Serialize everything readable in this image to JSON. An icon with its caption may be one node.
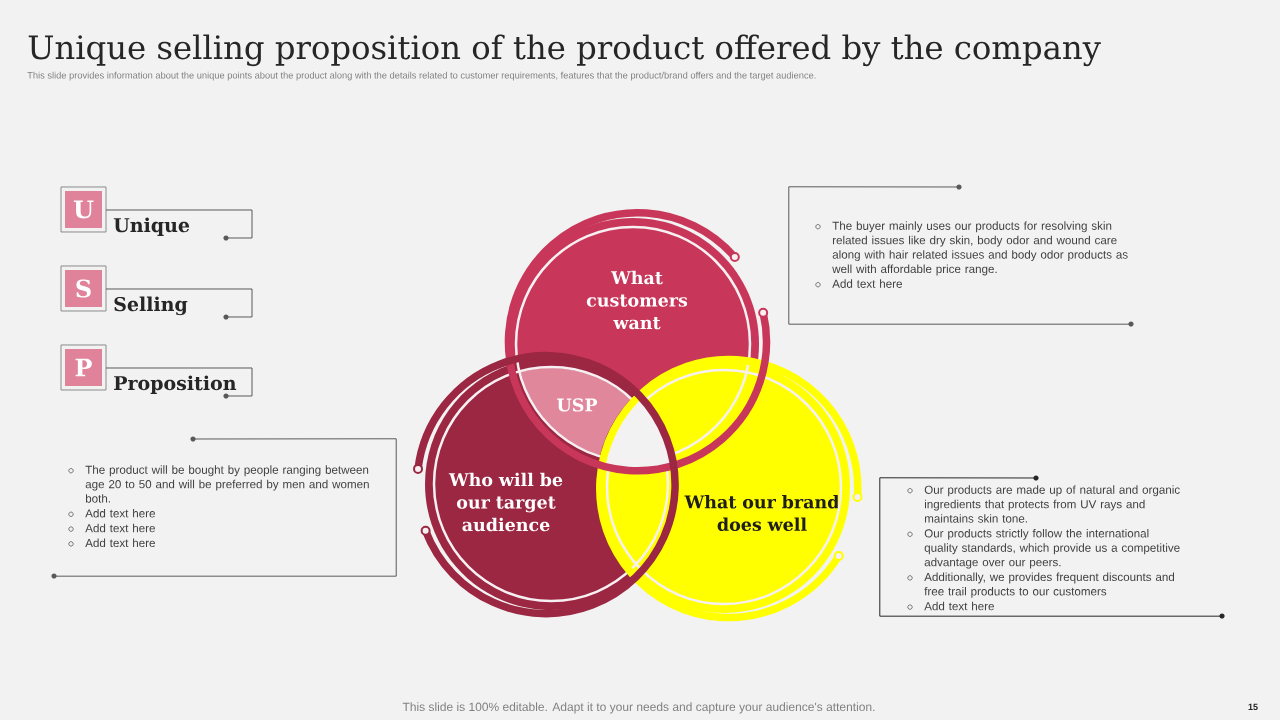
{
  "diagram": {
    "title": "Unique selling proposition of the product offered by the company",
    "nodes": [
      {
        "text": [
          "U",
          "Unique"
        ]
      },
      {
        "text": [
          "S",
          "Selling"
        ]
      },
      {
        "text": [
          "P",
          "Proposition"
        ]
      },
      {
        "text": [
          "The product will be bought by people ranging between age 20 to 50 and will be preferred by men and women both.",
          "Add text here",
          "Add text here",
          "Add text here"
        ]
      },
      {
        "text": [
          "What customers want"
        ]
      },
      {
        "text": [
          "USP"
        ]
      },
      {
        "text": [
          "Who will be our target audience"
        ]
      },
      {
        "text": [
          "What our brand does well"
        ]
      },
      {
        "text": [
          "The buyer mainly uses our products for resolving skin related issues like dry skin, body odor and wound care along with hair related issues and body odor products as well with affordable price range.",
          "Add text here"
        ]
      },
      {
        "text": [
          "Our products are made up of natural and organic ingredients that protects from UV rays and maintains skin tone.",
          "Our products strictly follow the international quality standards, which provide us a competitive advantage over our peers.",
          "Additionally, we provides frequent discounts and free trail products to our customers",
          "Add text here"
        ]
      }
    ],
    "labels": [
      "This slide provides information about the unique points about the product along with the details related to customer requirements, features that the product/brand offers and the target audience.",
      "This slide is 100% editable. Adapt it to your needs and capture your audience's attention.",
      "15"
    ]
  }
}
